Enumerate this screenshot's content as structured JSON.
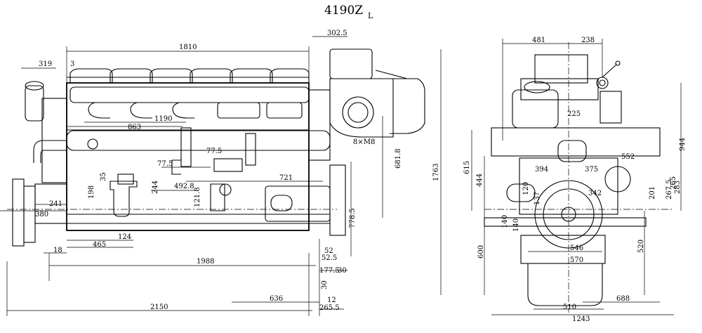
{
  "title": {
    "model": "4190Z",
    "subscript": "L"
  },
  "side_view_dimensions": {
    "d1810": "1810",
    "d302_5": "302.5",
    "d319": "319",
    "d3": "3",
    "d863": "863",
    "d1190": "1190",
    "d77_5a": "77.5",
    "d77_5b": "77.5",
    "d492_8": "492.8",
    "d721": "721",
    "d8m8": "8×M8",
    "d681_8": "681.8",
    "d1763": "1763",
    "d35": "35",
    "d198": "198",
    "d244": "244",
    "d121_8": "121.8",
    "d241": "241",
    "d380": "380",
    "d124": "124",
    "d465": "465",
    "d18": "18",
    "d778_5": "778.5",
    "d52": "52",
    "d52_5": "52.5",
    "d1988": "1988",
    "d177_5": "177.5",
    "d30a": "30",
    "d30b": "30",
    "d636": "636",
    "d12": "12",
    "d2150": "2150",
    "d265_5": "265.5"
  },
  "end_view_dimensions": {
    "d481": "481",
    "d238": "238",
    "d225": "225",
    "d944": "944",
    "d615": "615",
    "d444": "444",
    "d394": "394",
    "d375": "375",
    "d552": "552",
    "d120": "120",
    "d342": "342",
    "d137": "137",
    "d201": "201",
    "d267_5": "267.5",
    "d265": "265",
    "d283": "283",
    "d140": "140",
    "d140b": "140",
    "d546": "546",
    "d570": "570",
    "d600": "600",
    "d520": "520",
    "d510": "510",
    "d688": "688",
    "d1243": "1243"
  }
}
